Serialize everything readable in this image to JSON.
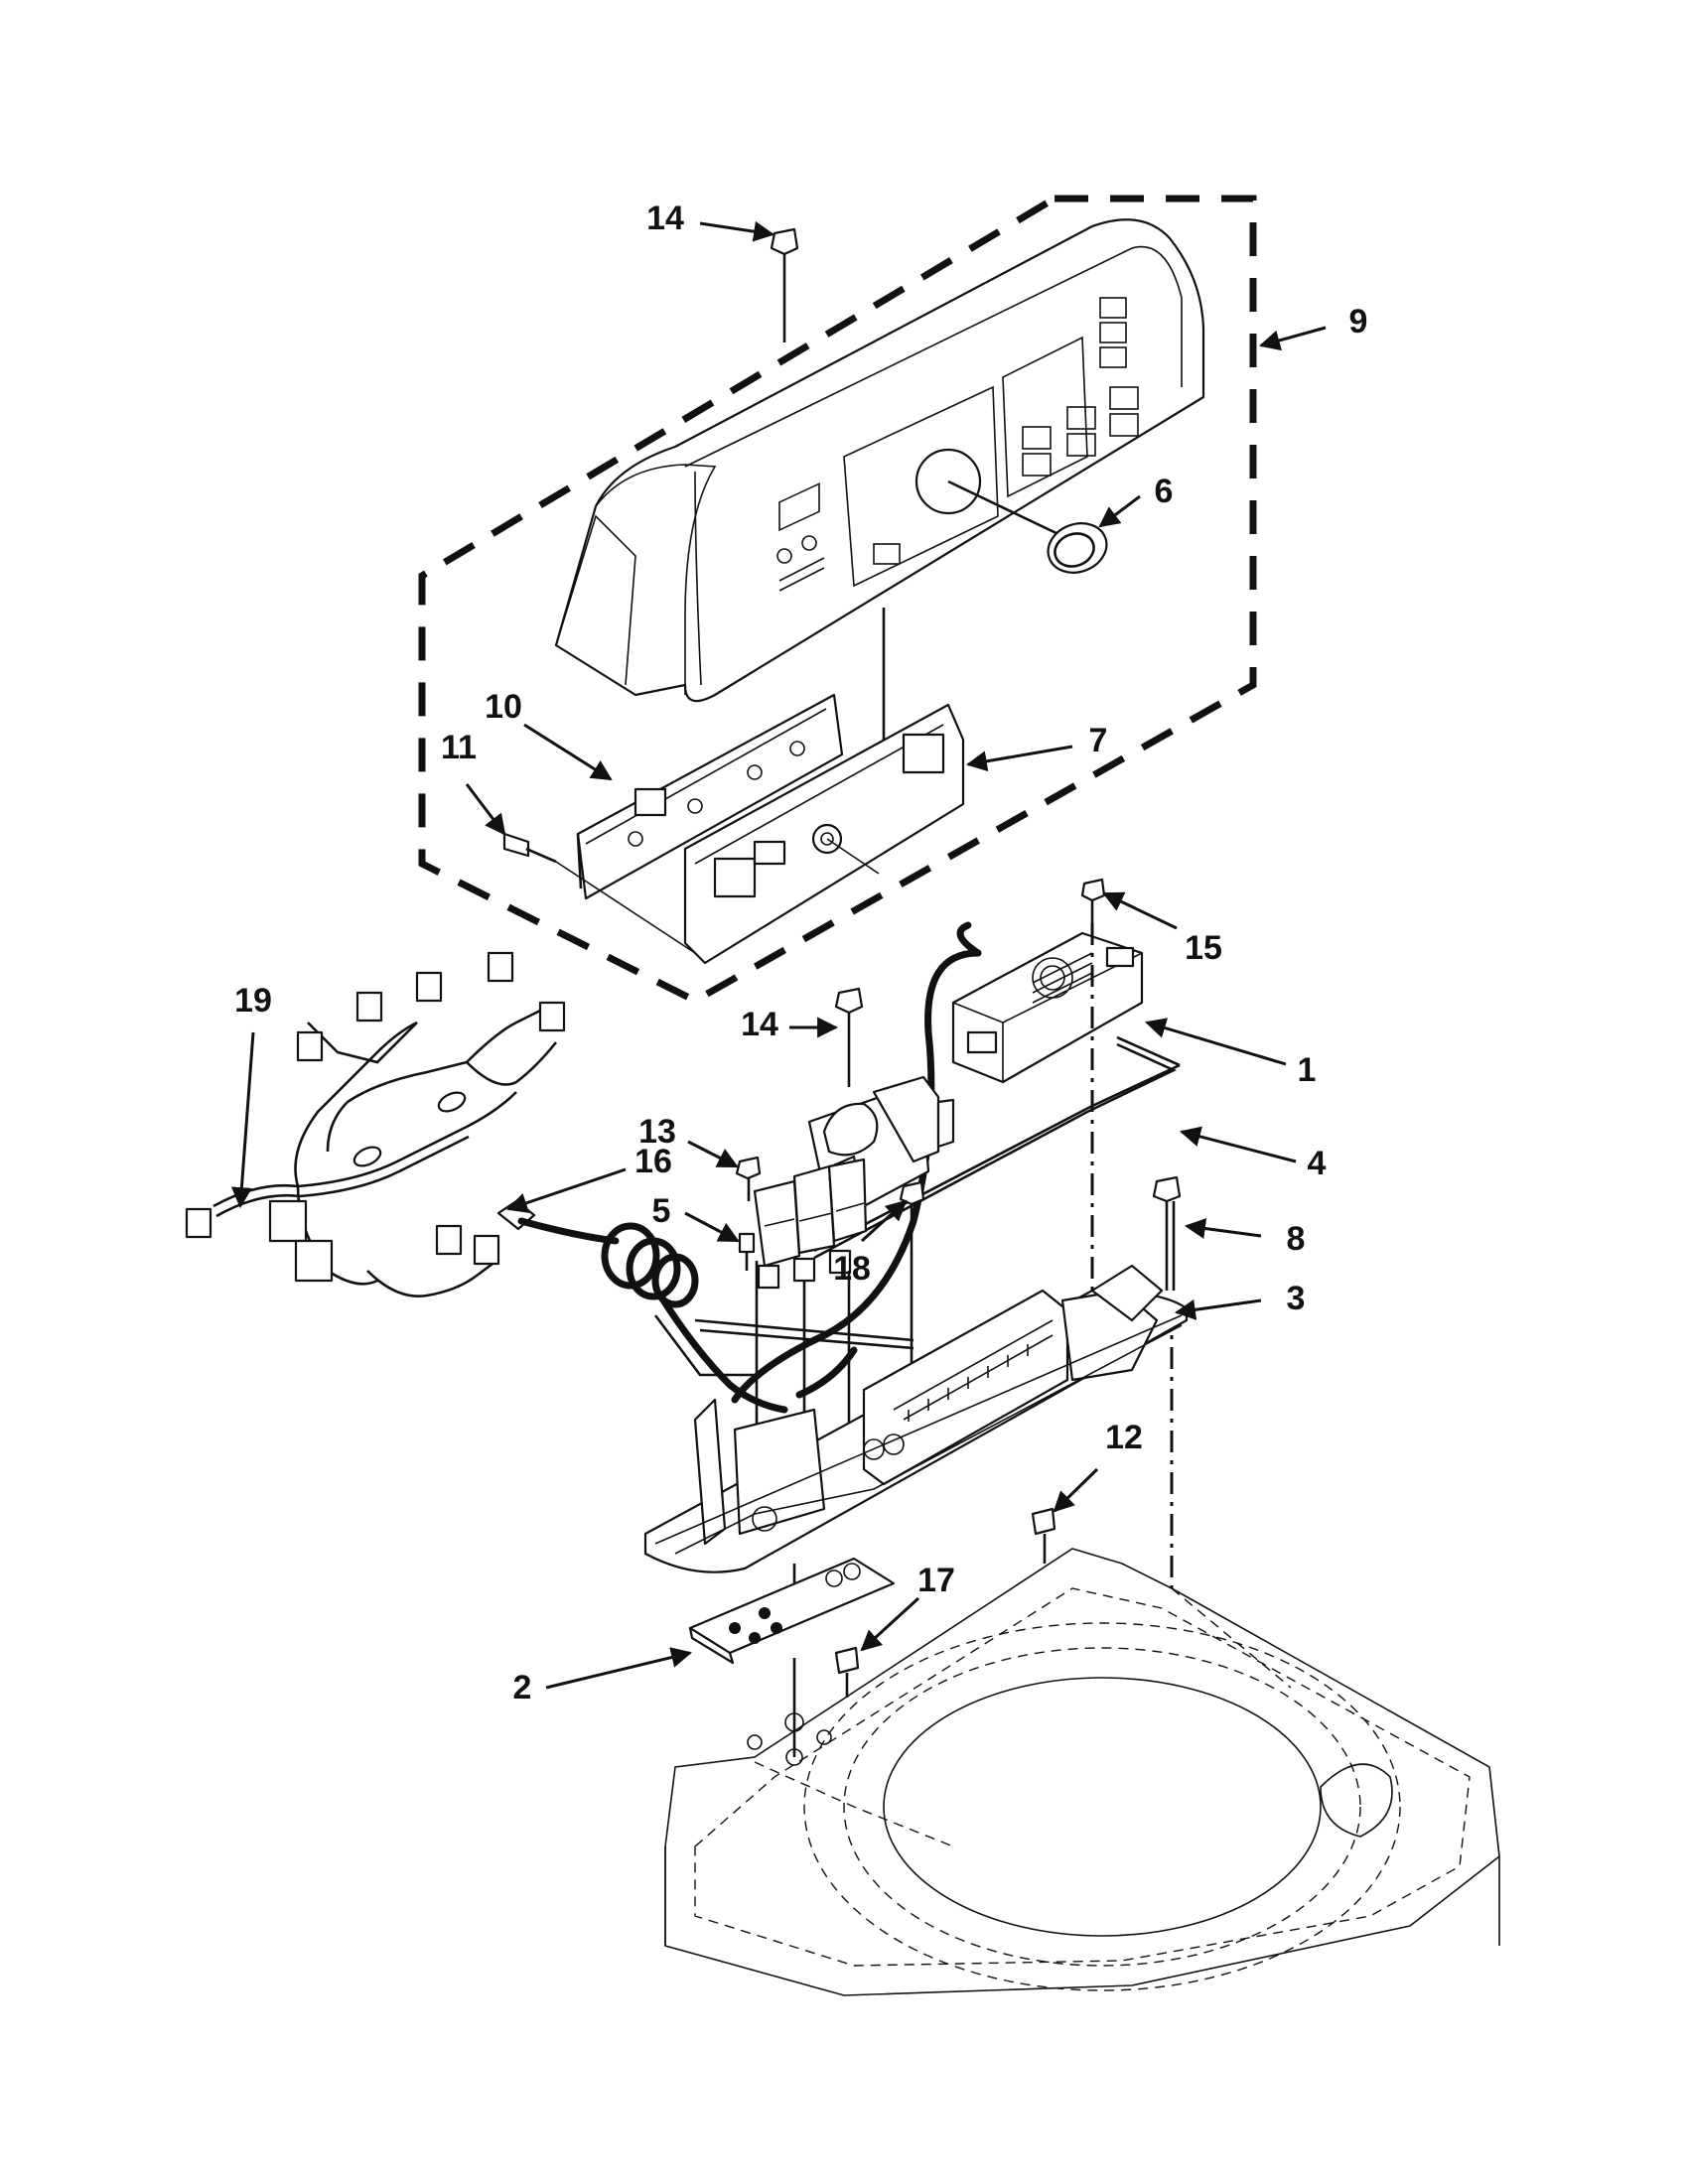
{
  "callouts": {
    "c1": "1",
    "c2": "2",
    "c3": "3",
    "c4": "4",
    "c5": "5",
    "c6": "6",
    "c7": "7",
    "c8": "8",
    "c9": "9",
    "c10": "10",
    "c11": "11",
    "c12": "12",
    "c13": "13",
    "c14a": "14",
    "c14b": "14",
    "c15": "15",
    "c16": "16",
    "c17": "17",
    "c18": "18",
    "c19": "19"
  },
  "colors": {
    "ink": "#111111",
    "background": "#ffffff"
  }
}
